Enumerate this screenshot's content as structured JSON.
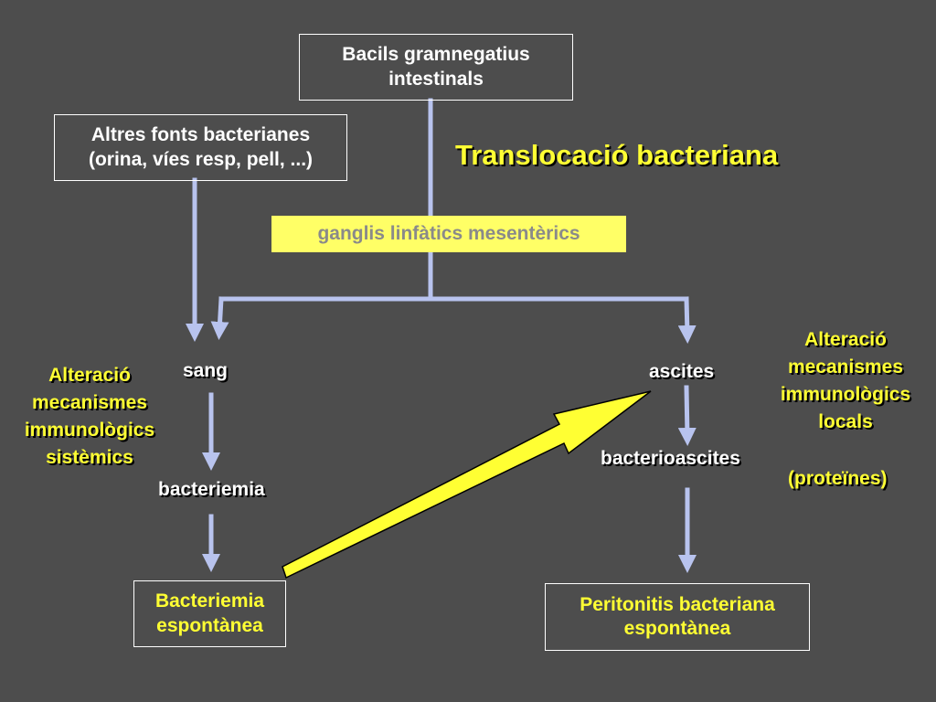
{
  "colors": {
    "background": "#4d4d4d",
    "connector": "#b8c3ee",
    "highlight": "#ffff33",
    "ganglis_fill": "#ffff66",
    "ganglis_text": "#8a8a8a"
  },
  "nodes": {
    "bacils": {
      "line1": "Bacils gramnegatius",
      "line2": "intestinals"
    },
    "altres": {
      "line1": "Altres fonts bacterianes",
      "line2": "(orina, víes resp, pell, ...)"
    },
    "title": "Translocació bacteriana",
    "ganglis": "ganglis linfàtics mesentèrics",
    "sang": "sang",
    "ascites": "ascites",
    "bacteriemia": "bacteriemia",
    "bacterioascites": "bacterioascites",
    "bacteriemia_espontanea": {
      "line1": "Bacteriemia",
      "line2": "espontànea"
    },
    "peritonitis": {
      "line1": "Peritonitis bacteriana",
      "line2": "espontànea"
    }
  },
  "annotations": {
    "left": [
      "Alteració",
      "mecanismes",
      "immunològics",
      "sistèmics"
    ],
    "right": [
      "Alteració",
      "mecanismes",
      "immunològics",
      "locals"
    ],
    "right_extra": "(proteïnes)"
  },
  "arrows": {
    "connector_icon": "down-arrow",
    "highlight_icon": "diagonal-arrow"
  }
}
